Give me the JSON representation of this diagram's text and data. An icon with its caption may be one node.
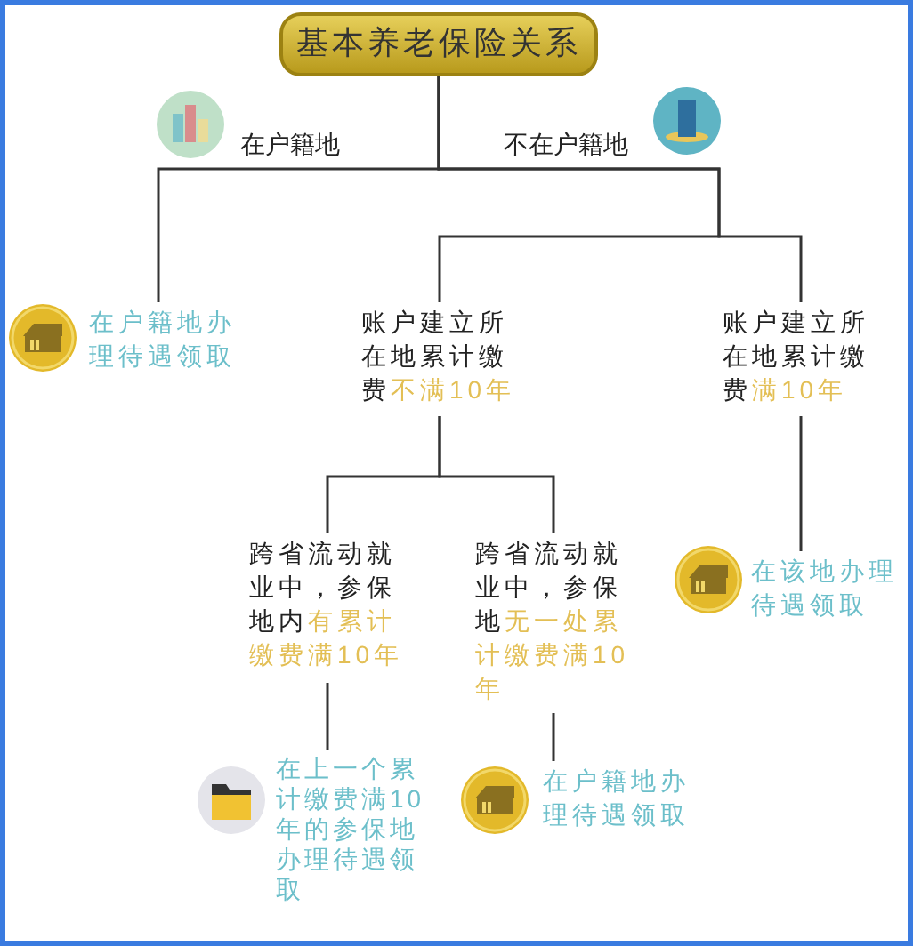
{
  "diagram": {
    "nodes": [
      {
        "text": [
          "基本养老保险关系"
        ]
      },
      {
        "text": [
          "在户籍地办理待遇领取"
        ]
      },
      {
        "text": [
          "账户建立所在地累计缴费**不满10年**"
        ]
      },
      {
        "text": [
          "账户建立所在地累计缴费**满10年**"
        ]
      },
      {
        "text": [
          "跨省流动就业中，参保地内**有累计缴费满10年**"
        ]
      },
      {
        "text": [
          "跨省流动就业中，参保地**无一处累计缴费满10年**"
        ]
      },
      {
        "text": [
          "在该地办理待遇领取"
        ]
      },
      {
        "text": [
          "在上一个累计缴费满10年的参保地办理待遇领取"
        ]
      },
      {
        "text": [
          "在户籍地办理待遇领取"
        ]
      }
    ],
    "edges": [
      {
        "from": 0,
        "to": 1,
        "arrow": "none",
        "label": "在户籍地"
      },
      {
        "from": 0,
        "to": 2,
        "arrow": "none",
        "label": "不在户籍地"
      },
      {
        "from": 0,
        "to": 3,
        "arrow": "none"
      },
      {
        "from": 2,
        "to": 4,
        "arrow": "none"
      },
      {
        "from": 2,
        "to": 5,
        "arrow": "none"
      },
      {
        "from": 3,
        "to": 6,
        "arrow": "none"
      },
      {
        "from": 4,
        "to": 7,
        "arrow": "none"
      },
      {
        "from": 5,
        "to": 8,
        "arrow": "none"
      }
    ]
  }
}
